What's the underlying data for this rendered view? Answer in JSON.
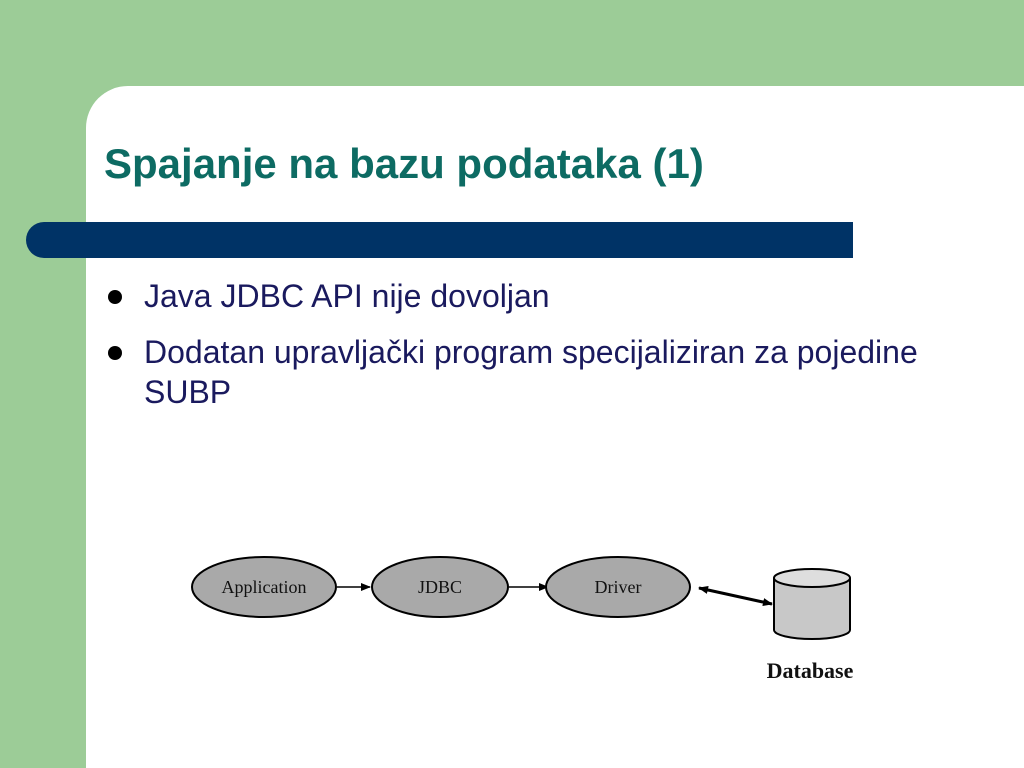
{
  "title": "Spajanje na bazu podataka (1)",
  "bullets": [
    {
      "text": "Java JDBC API nije dovoljan"
    },
    {
      "text": "Dodatan upravljački program specijaliziran za pojedine SUBP"
    }
  ],
  "diagram": {
    "nodes": [
      {
        "label": "Application"
      },
      {
        "label": "JDBC"
      },
      {
        "label": "Driver"
      },
      {
        "label": "Database"
      }
    ]
  },
  "colors": {
    "title": "#0d6b63",
    "accent_bar": "#003366",
    "side_green": "#9ccc97",
    "node_fill": "#a9a9a9",
    "database_fill": "#c8c8c8"
  }
}
